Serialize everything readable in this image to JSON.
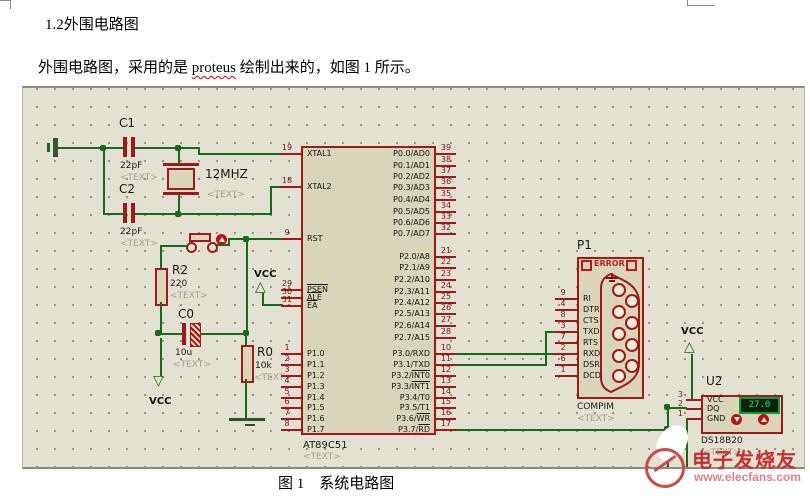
{
  "page": {
    "heading": "1.2外围电路图",
    "body_before": "外围电路图，采用的是 ",
    "body_word": "proteus",
    "body_after": " 绘制出来的，如图 1 所示。",
    "caption": "图 1    系统电路图"
  },
  "watermark": {
    "title": "电子发烧友",
    "url": "www.elecfans.com"
  },
  "colors": {
    "wire": "#1A691A",
    "component": "#A01818",
    "fill": "#D8D5B8",
    "background": "#E3E1D1",
    "display_text": "#35E05A"
  },
  "circuit": {
    "vcc_label": "VCC",
    "placeholder": "<TEXT>",
    "c1": {
      "ref": "C1",
      "value": "22pF",
      "text": "<TEXT>"
    },
    "c2": {
      "ref": "C2",
      "value": "22pF",
      "text": "<TEXT>"
    },
    "crystal": {
      "value": "12MHZ",
      "text": "<TEXT>"
    },
    "r2": {
      "ref": "R2",
      "value": "220",
      "text": "<TEXT>"
    },
    "c0": {
      "ref": "C0",
      "value": "10u",
      "text": "<TEXT>"
    },
    "r0": {
      "ref": "R0",
      "value": "10k",
      "text": "<TEXT>"
    },
    "mcu": {
      "name": "AT89C51",
      "text": "<TEXT>",
      "left_pins": [
        {
          "n": "19",
          "t": "XTAL1"
        },
        {
          "n": "18",
          "t": "XTAL2"
        },
        {
          "n": "9",
          "t": "RST"
        },
        {
          "n": "29",
          "t": "",
          "b": "PSEN"
        },
        {
          "n": "30",
          "t": "",
          "b": "ALE"
        },
        {
          "n": "31",
          "t": "",
          "b": "EA"
        },
        {
          "n": "1",
          "t": "P1.0"
        },
        {
          "n": "2",
          "t": "P1.1"
        },
        {
          "n": "3",
          "t": "P1.2"
        },
        {
          "n": "4",
          "t": "P1.3"
        },
        {
          "n": "5",
          "t": "P1.4"
        },
        {
          "n": "6",
          "t": "P1.5"
        },
        {
          "n": "7",
          "t": "P1.6"
        },
        {
          "n": "8",
          "t": "P1.7"
        }
      ],
      "right_pins": [
        {
          "n": "39",
          "t": "P0.0/AD0"
        },
        {
          "n": "38",
          "t": "P0.1/AD1"
        },
        {
          "n": "37",
          "t": "P0.2/AD2"
        },
        {
          "n": "36",
          "t": "P0.3/AD3"
        },
        {
          "n": "35",
          "t": "P0.4/AD4"
        },
        {
          "n": "34",
          "t": "P0.5/AD5"
        },
        {
          "n": "33",
          "t": "P0.6/AD6"
        },
        {
          "n": "32",
          "t": "P0.7/AD7"
        },
        {
          "n": "21",
          "t": "P2.0/A8"
        },
        {
          "n": "22",
          "t": "P2.1/A9"
        },
        {
          "n": "23",
          "t": "P2.2/A10"
        },
        {
          "n": "24",
          "t": "P2.3/A11"
        },
        {
          "n": "25",
          "t": "P2.4/A12"
        },
        {
          "n": "26",
          "t": "P2.5/A13"
        },
        {
          "n": "27",
          "t": "P2.6/A14"
        },
        {
          "n": "28",
          "t": "P2.7/A15"
        },
        {
          "n": "10",
          "t": "P3.0/RXD"
        },
        {
          "n": "11",
          "t": "P3.1/TXD"
        },
        {
          "n": "12",
          "t": "P3.2/",
          "b": "INT0"
        },
        {
          "n": "13",
          "t": "P3.3/",
          "b": "INT1"
        },
        {
          "n": "14",
          "t": "P3.4/T0"
        },
        {
          "n": "15",
          "t": "P3.5/T1"
        },
        {
          "n": "16",
          "t": "P3.6/",
          "b": "WR"
        },
        {
          "n": "17",
          "t": "P3.7/",
          "b": "RD"
        }
      ]
    },
    "p1": {
      "ref": "P1",
      "name": "COMPIM",
      "text": "<TEXT>",
      "error": "ERROR",
      "pins": [
        {
          "n": "9",
          "l": "RI"
        },
        {
          "n": "4",
          "l": "DTR"
        },
        {
          "n": "8",
          "l": "CTS"
        },
        {
          "n": "3",
          "l": "TXD"
        },
        {
          "n": "7",
          "l": "RTS"
        },
        {
          "n": "2",
          "l": "RXD"
        },
        {
          "n": "6",
          "l": "DSR"
        },
        {
          "n": "1",
          "l": "DCD"
        }
      ]
    },
    "u2": {
      "ref": "U2",
      "name": "DS18B20",
      "text": "<TEXT>",
      "display": "27.0",
      "pins": [
        {
          "n": "3",
          "l": "VCC"
        },
        {
          "n": "2",
          "l": "DQ"
        },
        {
          "n": "1",
          "l": "GND"
        }
      ]
    }
  }
}
